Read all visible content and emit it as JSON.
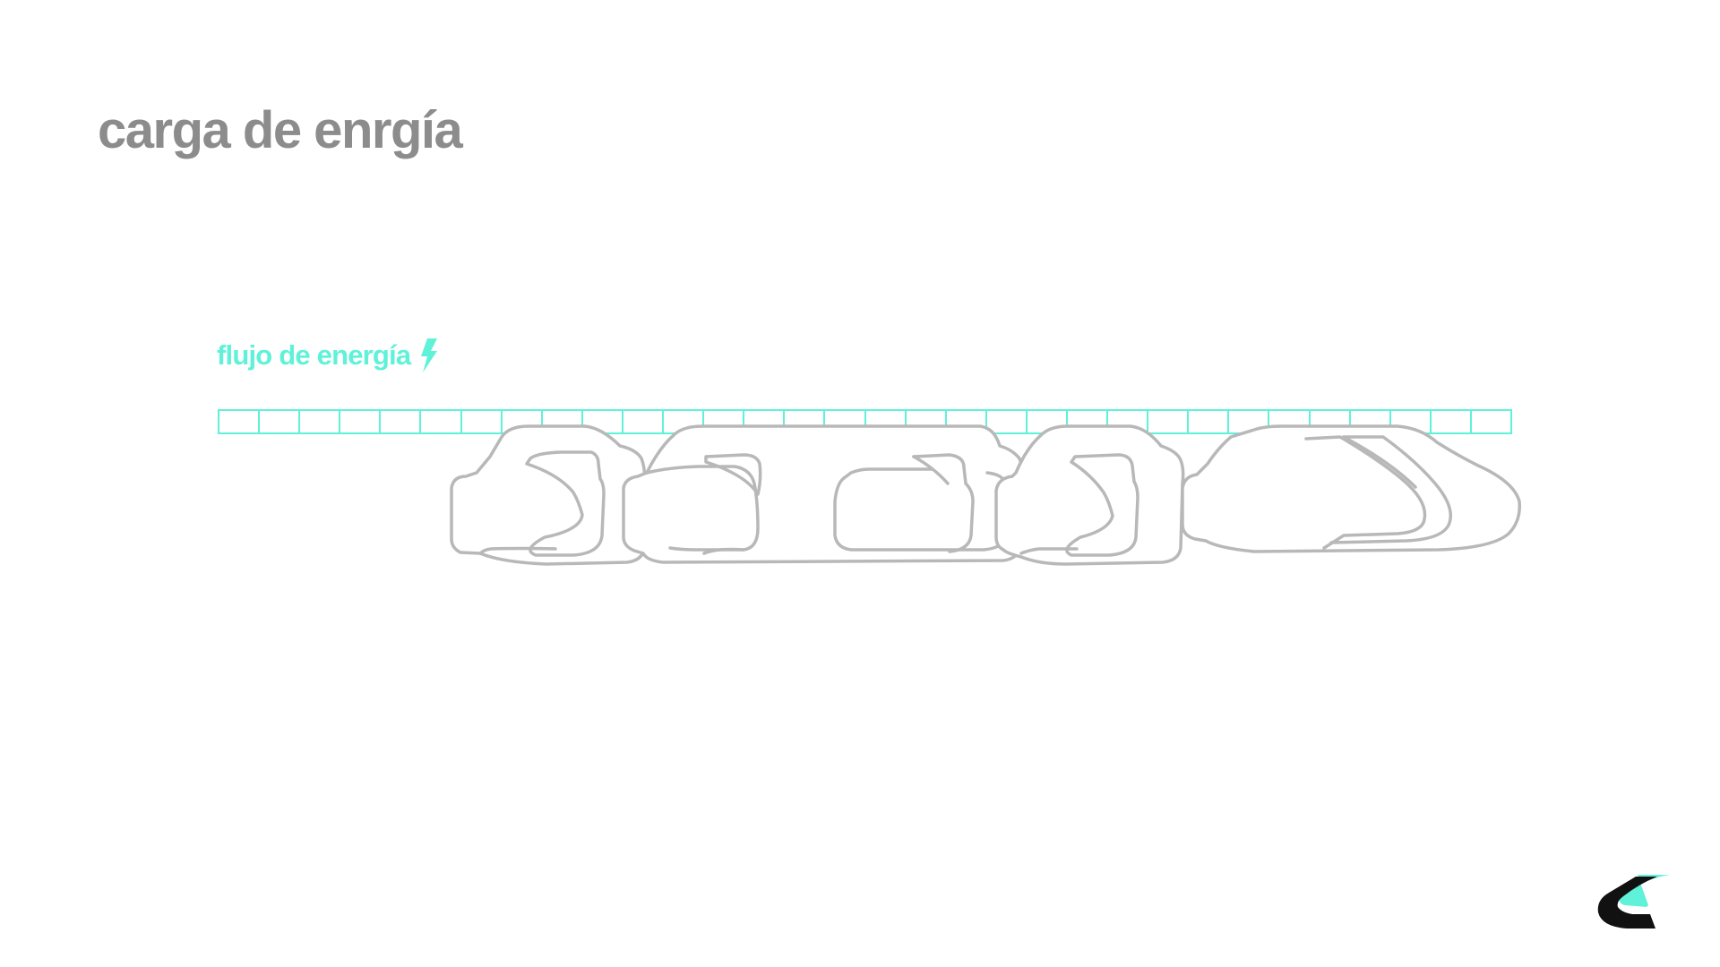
{
  "slide": {
    "title": "carga de enrgía",
    "flow_label": "flujo de energía",
    "flow_icon": "lightning-bolt-icon",
    "strip_cells": 32
  },
  "colors": {
    "accent": "#5ff2d8",
    "title": "#8c8c8c",
    "outline": "#b8b8b8",
    "logo_dark": "#111111"
  },
  "icons": {
    "train": "tram-train-icon",
    "logo": "brand-logo-icon"
  }
}
